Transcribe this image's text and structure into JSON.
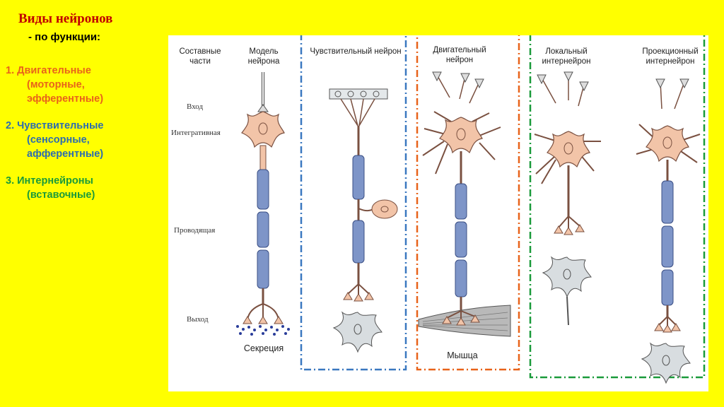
{
  "title": "Виды нейронов",
  "subtitle": "- по функции:",
  "classes": [
    {
      "l1": "1.  Двигательные",
      "l2": "(моторные,",
      "l3": "эфферентные)",
      "color": "#e8631a"
    },
    {
      "l1": "2. Чувствительные",
      "l2": "(сенсорные,",
      "l3": "афферентные)",
      "color": "#2c6cb0"
    },
    {
      "l1": "3. Интернейроны",
      "l2": "(вставочные)",
      "color": "#1a9a3a"
    }
  ],
  "figure": {
    "col_parts": "Составные части",
    "col_model": "Модель нейрона",
    "sensory": "Чувствительный нейрон",
    "motor": "Двигательный нейрон",
    "local": "Локальный интернейрон",
    "projection": "Проекционный интернейрон",
    "parts": {
      "input": "Вход",
      "integrative": "Интегративная",
      "conductive": "Проводящая",
      "output": "Выход"
    },
    "secretion": "Секреция",
    "muscle": "Мышца"
  },
  "colors": {
    "background": "#ffff00",
    "title": "#c00000",
    "soma": "#f2c4a8",
    "myelin": "#7e95c8",
    "target_cell": "#d8dde0",
    "frame_sensory": "#3a78c0",
    "frame_motor": "#e8631a",
    "frame_inter": "#1a9a3a"
  }
}
